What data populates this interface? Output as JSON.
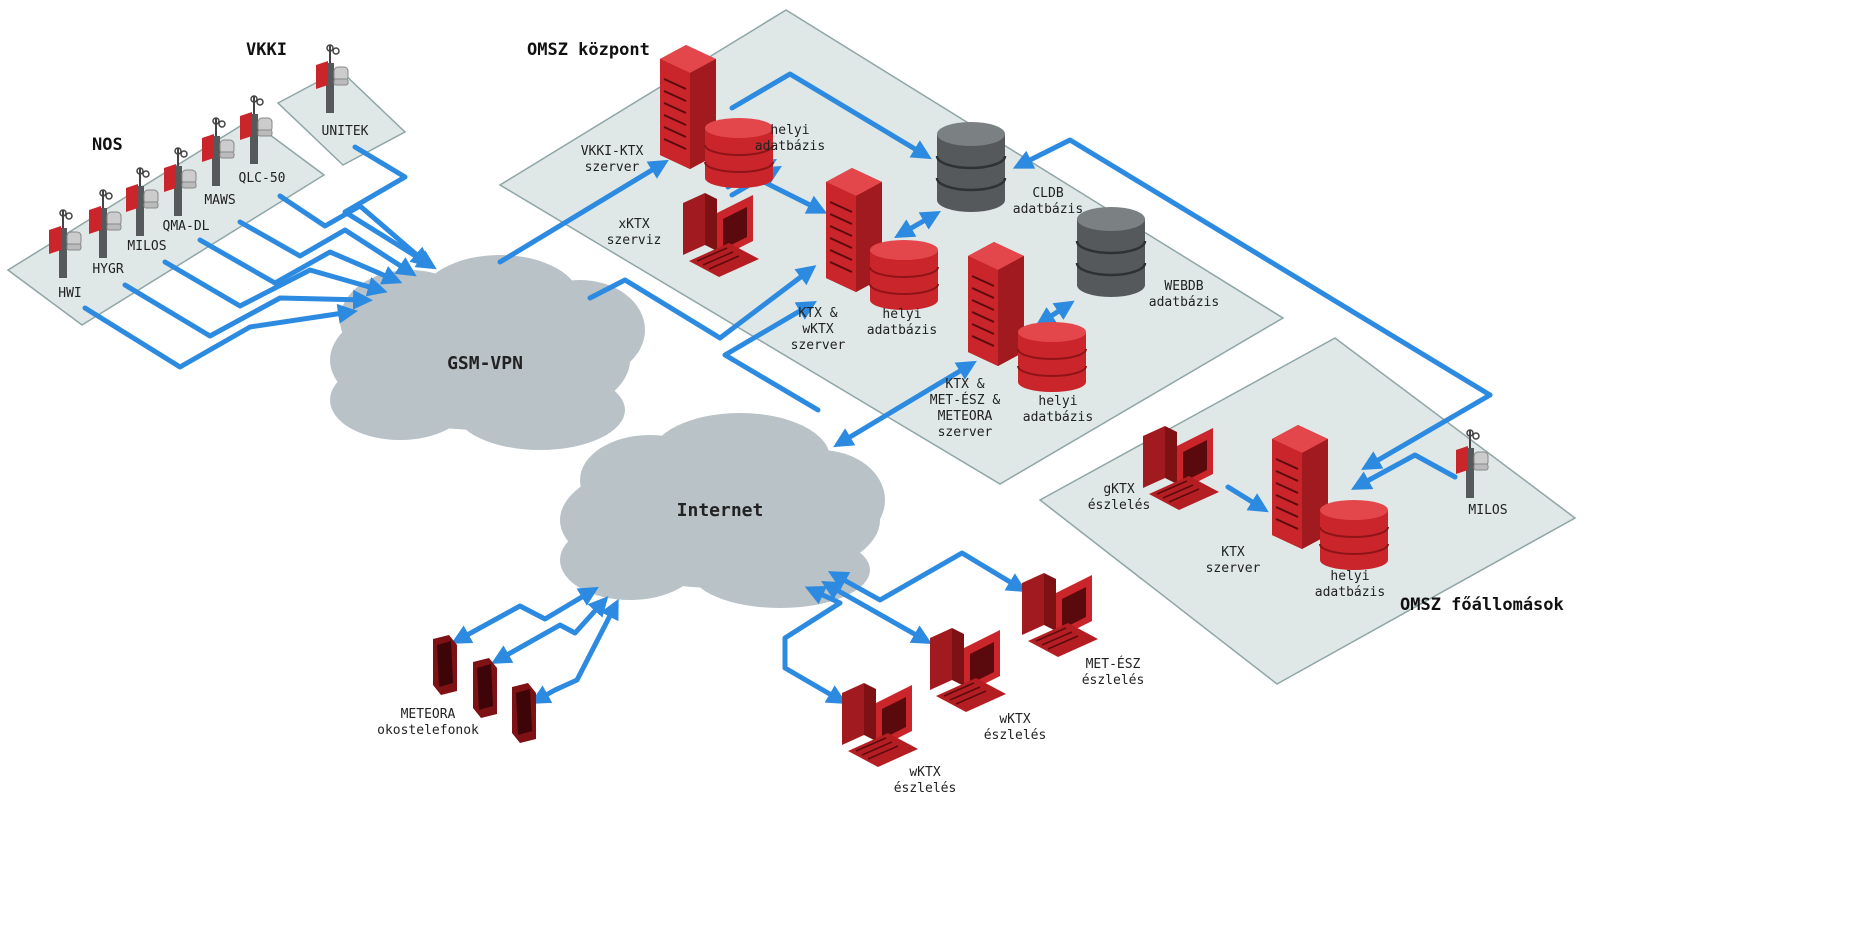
{
  "groups": {
    "vkki": "VKKI",
    "nos": "NOS",
    "omsz_kozpont": "OMSZ központ",
    "omsz_foallomasok": "OMSZ főállomások"
  },
  "stations": {
    "hwi": "HWI",
    "hygr": "HYGR",
    "milos": "MILOS",
    "qma": "QMA-DL",
    "maws": "MAWS",
    "qlc": "QLC-50",
    "unitek": "UNITEK",
    "milos2": "MILOS"
  },
  "clouds": {
    "gsm": "GSM-VPN",
    "internet": "Internet"
  },
  "servers": {
    "vkki_ktx": [
      "VKKI-KTX",
      "szerver"
    ],
    "xktx": [
      "xKTX",
      "szerviz"
    ],
    "ktx_wktx": [
      "KTX &",
      "wKTX",
      "szerver"
    ],
    "ktx_met": [
      "KTX &",
      "MET-ÉSZ &",
      "METEORA",
      "szerver"
    ],
    "cldb": [
      "CLDB",
      "adatbázis"
    ],
    "webdb": [
      "WEBDB",
      "adatbázis"
    ],
    "helyi_db": [
      "helyi",
      "adatbázis"
    ],
    "gktx": [
      "gKTX",
      "észlelés"
    ],
    "ktx_szerver": [
      "KTX",
      "szerver"
    ]
  },
  "clients": {
    "meteora": [
      "METEORA",
      "okostelefonok"
    ],
    "wktx": [
      "wKTX",
      "észlelés"
    ],
    "met_esz": [
      "MET-ÉSZ",
      "észlelés"
    ]
  },
  "colors": {
    "flow": "#2c8be0",
    "server_red": "#c9252b",
    "db_gray": "#55595c",
    "platform": "#dfe7e7",
    "cloud": "#b9c2c6"
  }
}
